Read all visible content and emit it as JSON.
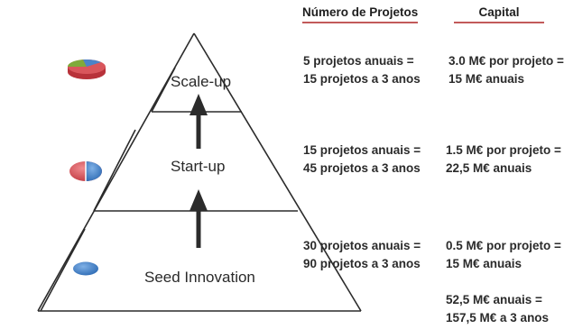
{
  "headers": {
    "projects": "Número de Projetos",
    "capital": "Capital"
  },
  "stages": [
    {
      "label": "Scale-up",
      "projects": [
        "5 projetos anuais =",
        "15 projetos a 3 anos"
      ],
      "capital": [
        "3.0 M€ por projeto =",
        "15 M€ anuais"
      ]
    },
    {
      "label": "Start-up",
      "projects": [
        "15 projetos anuais =",
        "45 projetos a 3 anos"
      ],
      "capital": [
        "1.5 M€ por projeto =",
        "22,5 M€ anuais"
      ]
    },
    {
      "label": "Seed Innovation",
      "projects": [
        "30 projetos anuais =",
        "90 projetos a 3 anos"
      ],
      "capital": [
        "0.5 M€ por projeto =",
        "15 M€ anuais"
      ]
    }
  ],
  "total": [
    "52,5 M€ anuais =",
    "157,5 M€ a 3 anos"
  ],
  "colors": {
    "line": "#2b2b2b",
    "header_underline": "#c25a5a",
    "pie_red": "#d9565c",
    "pie_blue": "#4a84c9",
    "pie_green": "#7faa3a"
  }
}
